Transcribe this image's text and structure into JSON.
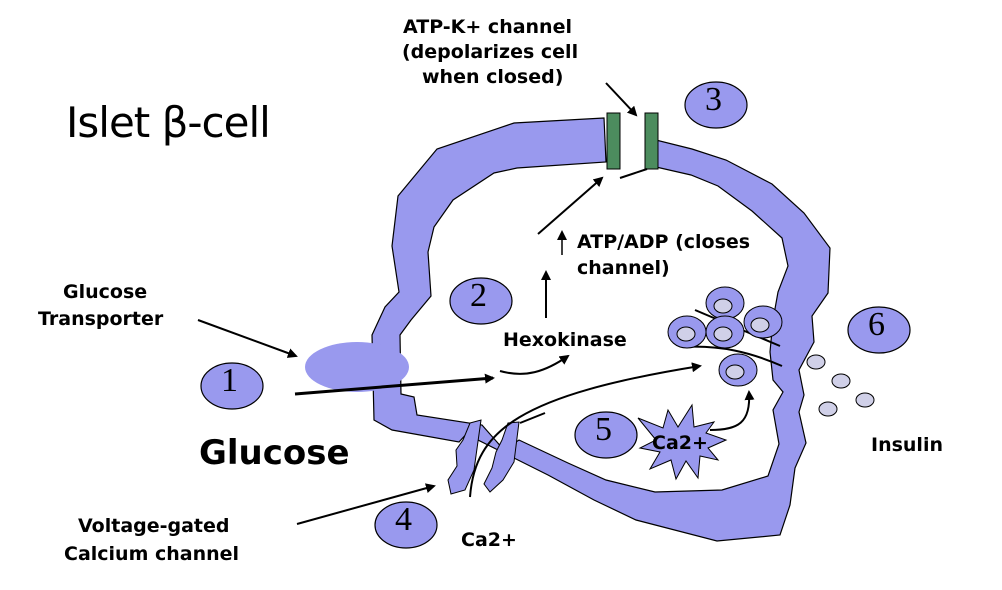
{
  "title": "Islet β-cell",
  "colors": {
    "membrane": "#9999ee",
    "channel": "#4c8c5e",
    "vesicle_inner": "#d0d0e8",
    "outline": "#000000"
  },
  "labels": {
    "atp_k_channel": [
      "ATP-K+ channel",
      "(depolarizes cell",
      "when closed)"
    ],
    "atp_adp": [
      "ATP/ADP (closes",
      "channel)"
    ],
    "glucose_transporter": [
      "Glucose",
      "Transporter"
    ],
    "hexokinase": "Hexokinase",
    "glucose": "Glucose",
    "voltage_gated": [
      "Voltage-gated",
      "Calcium channel"
    ],
    "ca_outside": "Ca2+",
    "ca_inside": "Ca2+",
    "insulin": "Insulin"
  },
  "steps": [
    "1",
    "2",
    "3",
    "4",
    "5",
    "6"
  ]
}
